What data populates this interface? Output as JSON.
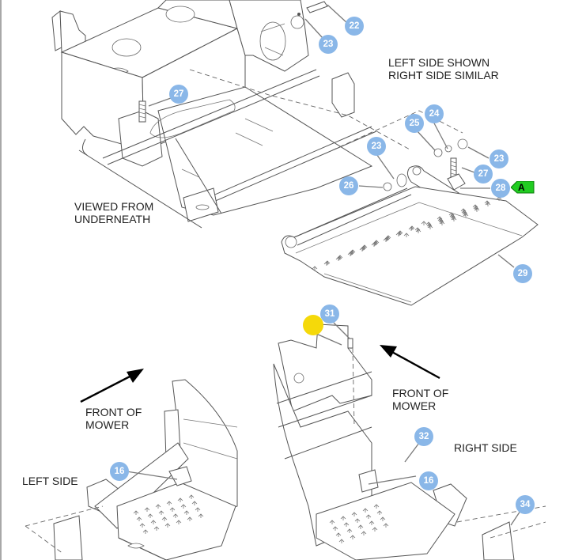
{
  "colors": {
    "callout_fill": "#8ab7e8",
    "callout_text": "#ffffff",
    "highlight_marker": "#f5d90a",
    "tag_fill": "#22cc22",
    "tag_stroke": "#0a7a0a",
    "arrow": "#000000",
    "line": "#555555"
  },
  "notes": {
    "side_shown": "LEFT SIDE SHOWN\nRIGHT SIDE SIMILAR",
    "viewed_from": "VIEWED FROM\nUNDERNEATH",
    "front_left": "FRONT OF\nMOWER",
    "front_right": "FRONT OF\nMOWER",
    "left_side": "LEFT SIDE",
    "right_side": "RIGHT SIDE"
  },
  "callouts": [
    {
      "id": "22",
      "label": "22"
    },
    {
      "id": "23a",
      "label": "23"
    },
    {
      "id": "27a",
      "label": "27"
    },
    {
      "id": "24",
      "label": "24"
    },
    {
      "id": "25",
      "label": "25"
    },
    {
      "id": "23b",
      "label": "23"
    },
    {
      "id": "23c",
      "label": "23"
    },
    {
      "id": "27b",
      "label": "27"
    },
    {
      "id": "26",
      "label": "26"
    },
    {
      "id": "28",
      "label": "28"
    },
    {
      "id": "29",
      "label": "29"
    },
    {
      "id": "31",
      "label": "31"
    },
    {
      "id": "32",
      "label": "32"
    },
    {
      "id": "16a",
      "label": "16"
    },
    {
      "id": "16b",
      "label": "16"
    },
    {
      "id": "34",
      "label": "34"
    }
  ],
  "tag": {
    "label": "A"
  }
}
